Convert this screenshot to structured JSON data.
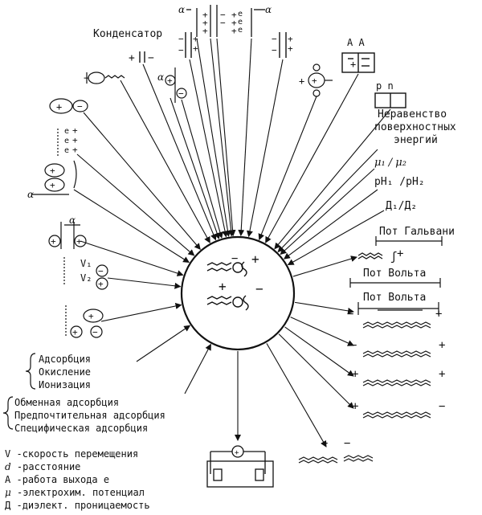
{
  "labels": {
    "condenser": "Конденсатор",
    "a_a": "A   A",
    "p_n": "p  n",
    "surface_energy": [
      "Неравенство",
      "поверхностных",
      "энергий"
    ],
    "mu_ratio": "μ₁ / μ₂",
    "ph_ratio": "pH₁ /pH₂",
    "d_ratio": "Д₁/Д₂",
    "galvani": "Пот Гальвани",
    "volta_outer": "Пот Вольта",
    "volta_inner": "Пот Вольта"
  },
  "left_group_1": [
    "Адсорбция",
    "Окисление",
    "Ионизация"
  ],
  "left_group_2": [
    "Обменная адсорбция",
    "Предпочтительная адсорбция",
    "Специфическая адсорбция"
  ],
  "legend": [
    {
      "sym": "V",
      "text": "-скорость перемещения"
    },
    {
      "sym": "d",
      "text": "-расстояние"
    },
    {
      "sym": "A",
      "text": "-работа выхода е"
    },
    {
      "sym": "μ",
      "text": "-электрохим. потенциал"
    },
    {
      "sym": "Д",
      "text": "-диэлект. проницаемость"
    }
  ],
  "icons": [
    "condenser-icon",
    "dipole-icon",
    "electrode-icon",
    "ammeter-cell-icon"
  ]
}
